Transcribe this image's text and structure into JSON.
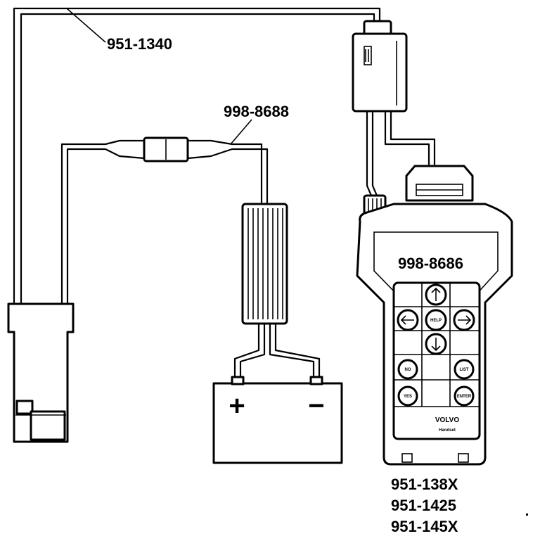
{
  "labels": {
    "cable": "951-1340",
    "fuse_lead": "998-8688",
    "tester_model": "998-8686",
    "tester_variants": [
      "951-138X",
      "951-1425",
      "951-145X"
    ]
  },
  "keypad": {
    "help": "HELP",
    "no": "NO",
    "yes": "YES",
    "list": "LIST",
    "enter": "ENTER"
  },
  "brand": "VOLVO",
  "brand_sub": "Handset",
  "battery": {
    "positive": "+",
    "negative": "−"
  }
}
